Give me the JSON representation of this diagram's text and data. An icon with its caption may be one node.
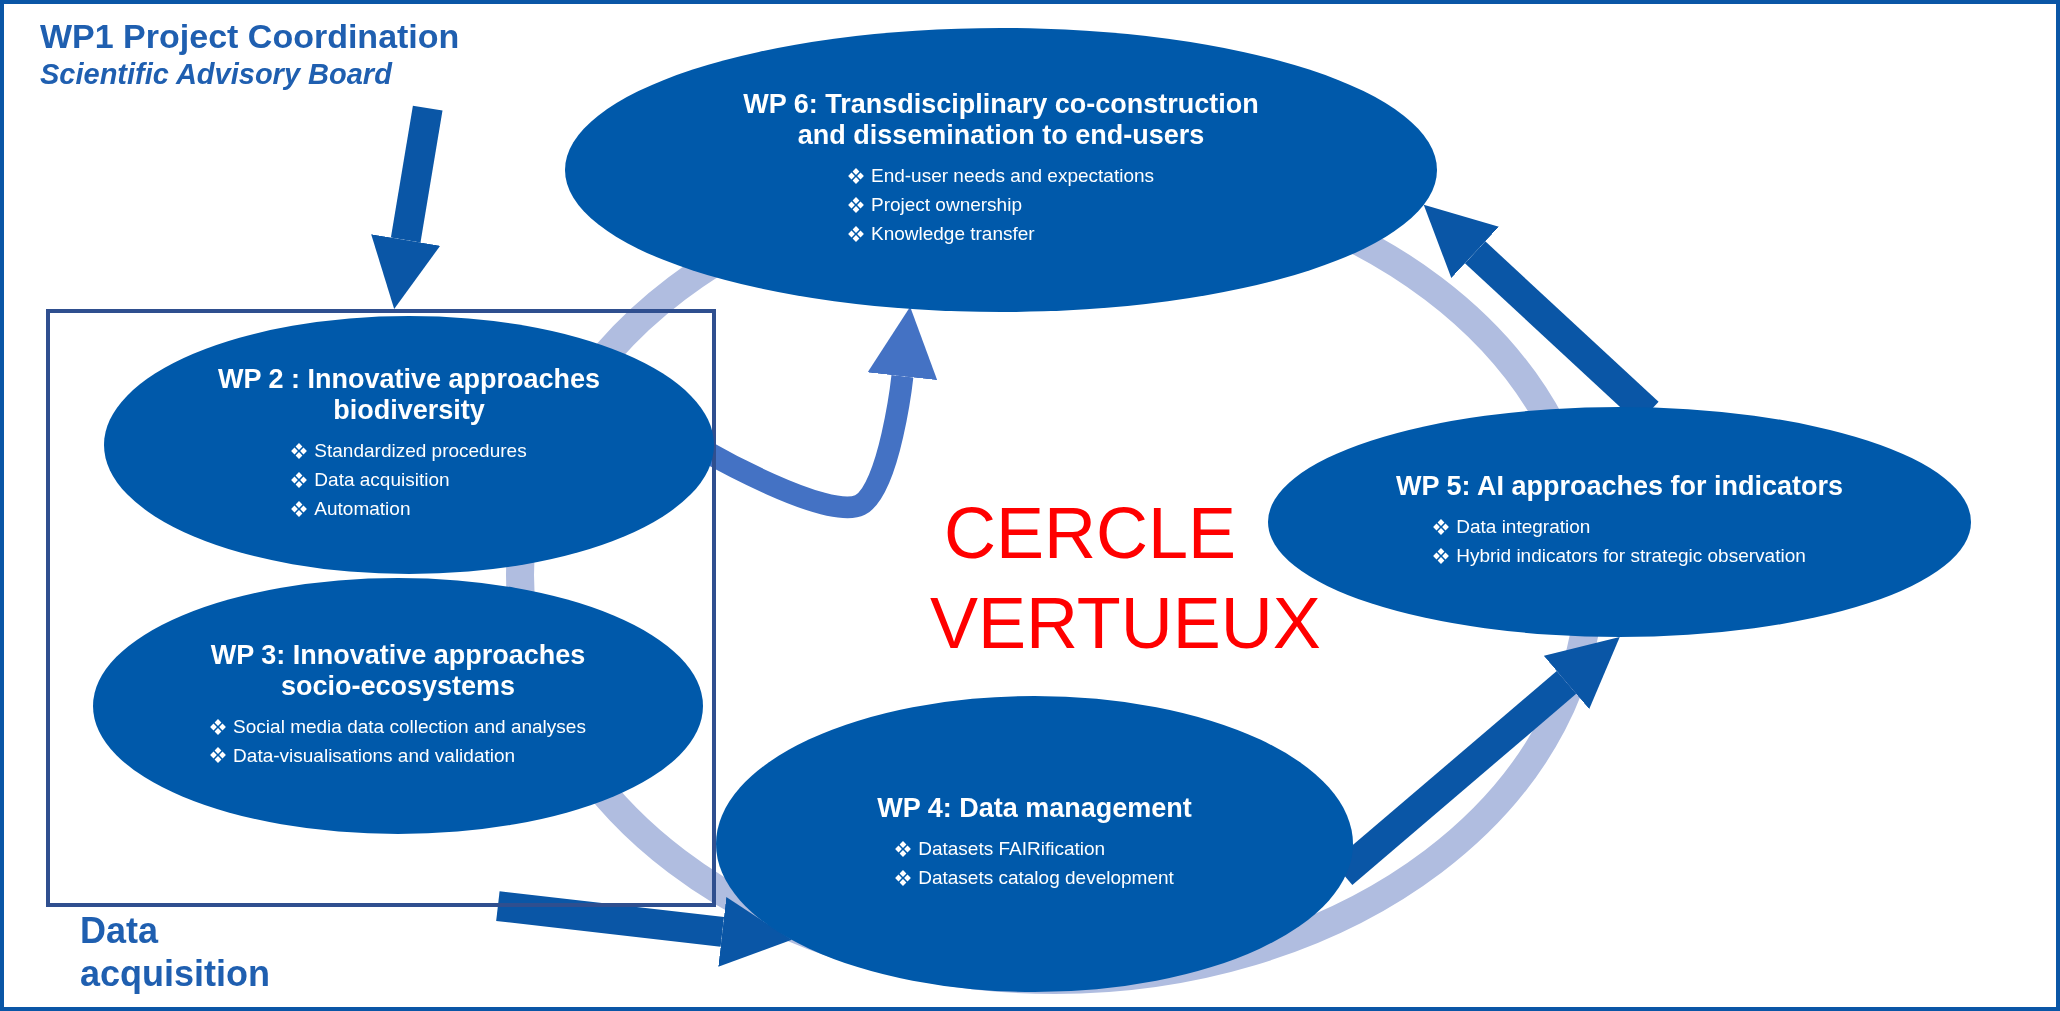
{
  "diagram": {
    "nodes": [
      {
        "text": [
          "WP1 Project Coordination",
          "Scientific Advisory Board"
        ]
      },
      {
        "text": [
          "WP 6: Transdisciplinary co-construction and dissemination to end-users",
          "End-user needs and expectations",
          "Project ownership",
          "Knowledge transfer"
        ]
      },
      {
        "text": [
          "Data acquisition"
        ]
      },
      {
        "text": [
          "WP 2 : Innovative approaches biodiversity",
          "Standardized procedures",
          "Data acquisition",
          "Automation"
        ],
        "in": 2
      },
      {
        "text": [
          "WP 3: Innovative approaches socio-ecosystems",
          "Social media data collection and analyses",
          "Data-visualisations and validation"
        ],
        "in": 2
      },
      {
        "text": [
          "WP 5: AI approaches for indicators",
          "Data integration",
          "Hybrid indicators for strategic observation"
        ]
      },
      {
        "text": [
          "WP 4: Data management",
          "Datasets FAIRification",
          "Datasets catalog development"
        ]
      }
    ],
    "edges": [
      {
        "from": 0,
        "to": 2,
        "arrow": "to"
      },
      {
        "from": 2,
        "to": 6,
        "arrow": "to"
      },
      {
        "from": 6,
        "to": 5,
        "arrow": "to"
      },
      {
        "from": 5,
        "to": 1,
        "arrow": "to"
      },
      {
        "from": 3,
        "to": 1,
        "arrow": "to",
        "color": "#4472c4"
      }
    ],
    "labels": [
      "CERCLE VERTUEUX"
    ]
  }
}
